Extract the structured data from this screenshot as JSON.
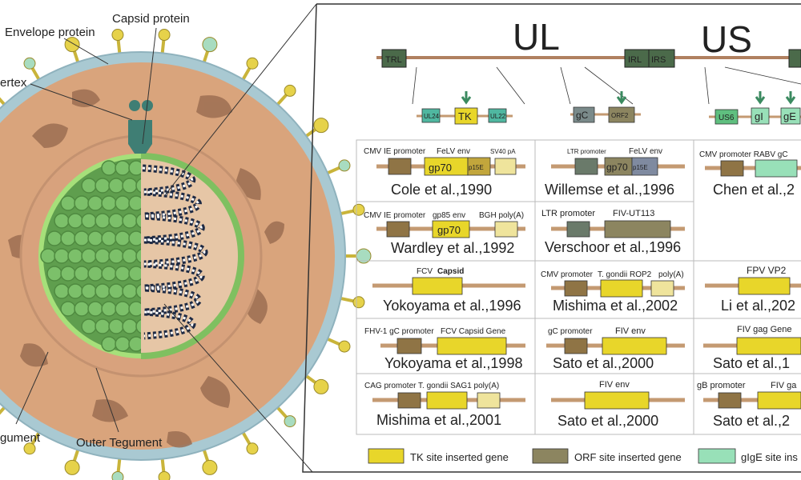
{
  "virus_labels": {
    "capsid_protein": "Capsid protein",
    "envelope_protein": "Envelope protein",
    "vertex": "ertex",
    "inner_tegument": "gument",
    "outer_tegument": "Outer Tegument"
  },
  "genome": {
    "ul": "UL",
    "us": "US",
    "trl": "TRL",
    "irl": "IRL",
    "irs": "IRS",
    "tk_region": {
      "left": "UL24",
      "center": "TK",
      "right": "UL22"
    },
    "orf_region": {
      "left": "gC",
      "right": "ORF2"
    },
    "gige_region": {
      "left": "US6",
      "mid": "gI",
      "right": "gE"
    }
  },
  "constructs": [
    {
      "citation": "Cole et al.,1990",
      "labels": [
        "CMV IE promoter",
        "FeLV env",
        "SV40 pA"
      ],
      "box_labels": [
        "gp70",
        "p15E"
      ]
    },
    {
      "citation": "Willemse et al.,1996",
      "labels": [
        "LTR promoter",
        "FeLV env"
      ],
      "box_labels": [
        "gp70",
        "p15E"
      ]
    },
    {
      "citation": "Chen et al.,2",
      "labels": [
        "CMV promoter RABV gC"
      ],
      "box_labels": []
    },
    {
      "citation": "Wardley et al.,1992",
      "labels": [
        "CMV IE promoter",
        "gp85 env",
        "BGH poly(A)"
      ],
      "box_labels": [
        "gp70"
      ]
    },
    {
      "citation": "Verschoor et al.,1996",
      "labels": [
        "LTR promoter",
        "FIV-UT113"
      ],
      "box_labels": []
    },
    {
      "citation": "Yokoyama et al.,1996",
      "labels": [
        "FCV",
        "Capsid"
      ],
      "box_labels": []
    },
    {
      "citation": "Mishima et al.,2002",
      "labels": [
        "CMV",
        "promoter",
        "T. gondii",
        "ROP2",
        "poly(A)"
      ],
      "box_labels": []
    },
    {
      "citation": "Li et al.,202",
      "labels": [
        "FPV VP2"
      ],
      "box_labels": []
    },
    {
      "citation": "Yokoyama et al.,1998",
      "labels": [
        "FHV-1 gC promoter",
        "FCV Capsid Gene"
      ],
      "box_labels": []
    },
    {
      "citation": "Sato et al.,2000",
      "labels": [
        "gC promoter",
        "FIV env"
      ],
      "box_labels": []
    },
    {
      "citation": "Sato et al.,1",
      "labels": [
        "FIV gag Gene"
      ],
      "box_labels": []
    },
    {
      "citation": "Mishima et al.,2001",
      "labels": [
        "CAG promoter T. gondii SAG1 poly(A)"
      ],
      "box_labels": []
    },
    {
      "citation": "Sato et al.,2000",
      "labels": [
        "FIV env"
      ],
      "box_labels": []
    },
    {
      "citation": "Sato et al.,2",
      "labels": [
        "gB promoter",
        "FIV ga"
      ],
      "box_labels": []
    }
  ],
  "legend": [
    {
      "label": "TK site inserted gene",
      "color": "#e8d62a"
    },
    {
      "label": "ORF site inserted gene",
      "color": "#8c8560"
    },
    {
      "label": "gIgE site ins",
      "color": "#98e0b8"
    }
  ],
  "colors": {
    "tk_yellow": "#e8d62a",
    "promoter_brown": "#8f7445",
    "polya_pale": "#efe49c",
    "backbone": "#c49a72",
    "gige_green": "#98e0b8",
    "genome_dark": "#4b6a4a"
  }
}
